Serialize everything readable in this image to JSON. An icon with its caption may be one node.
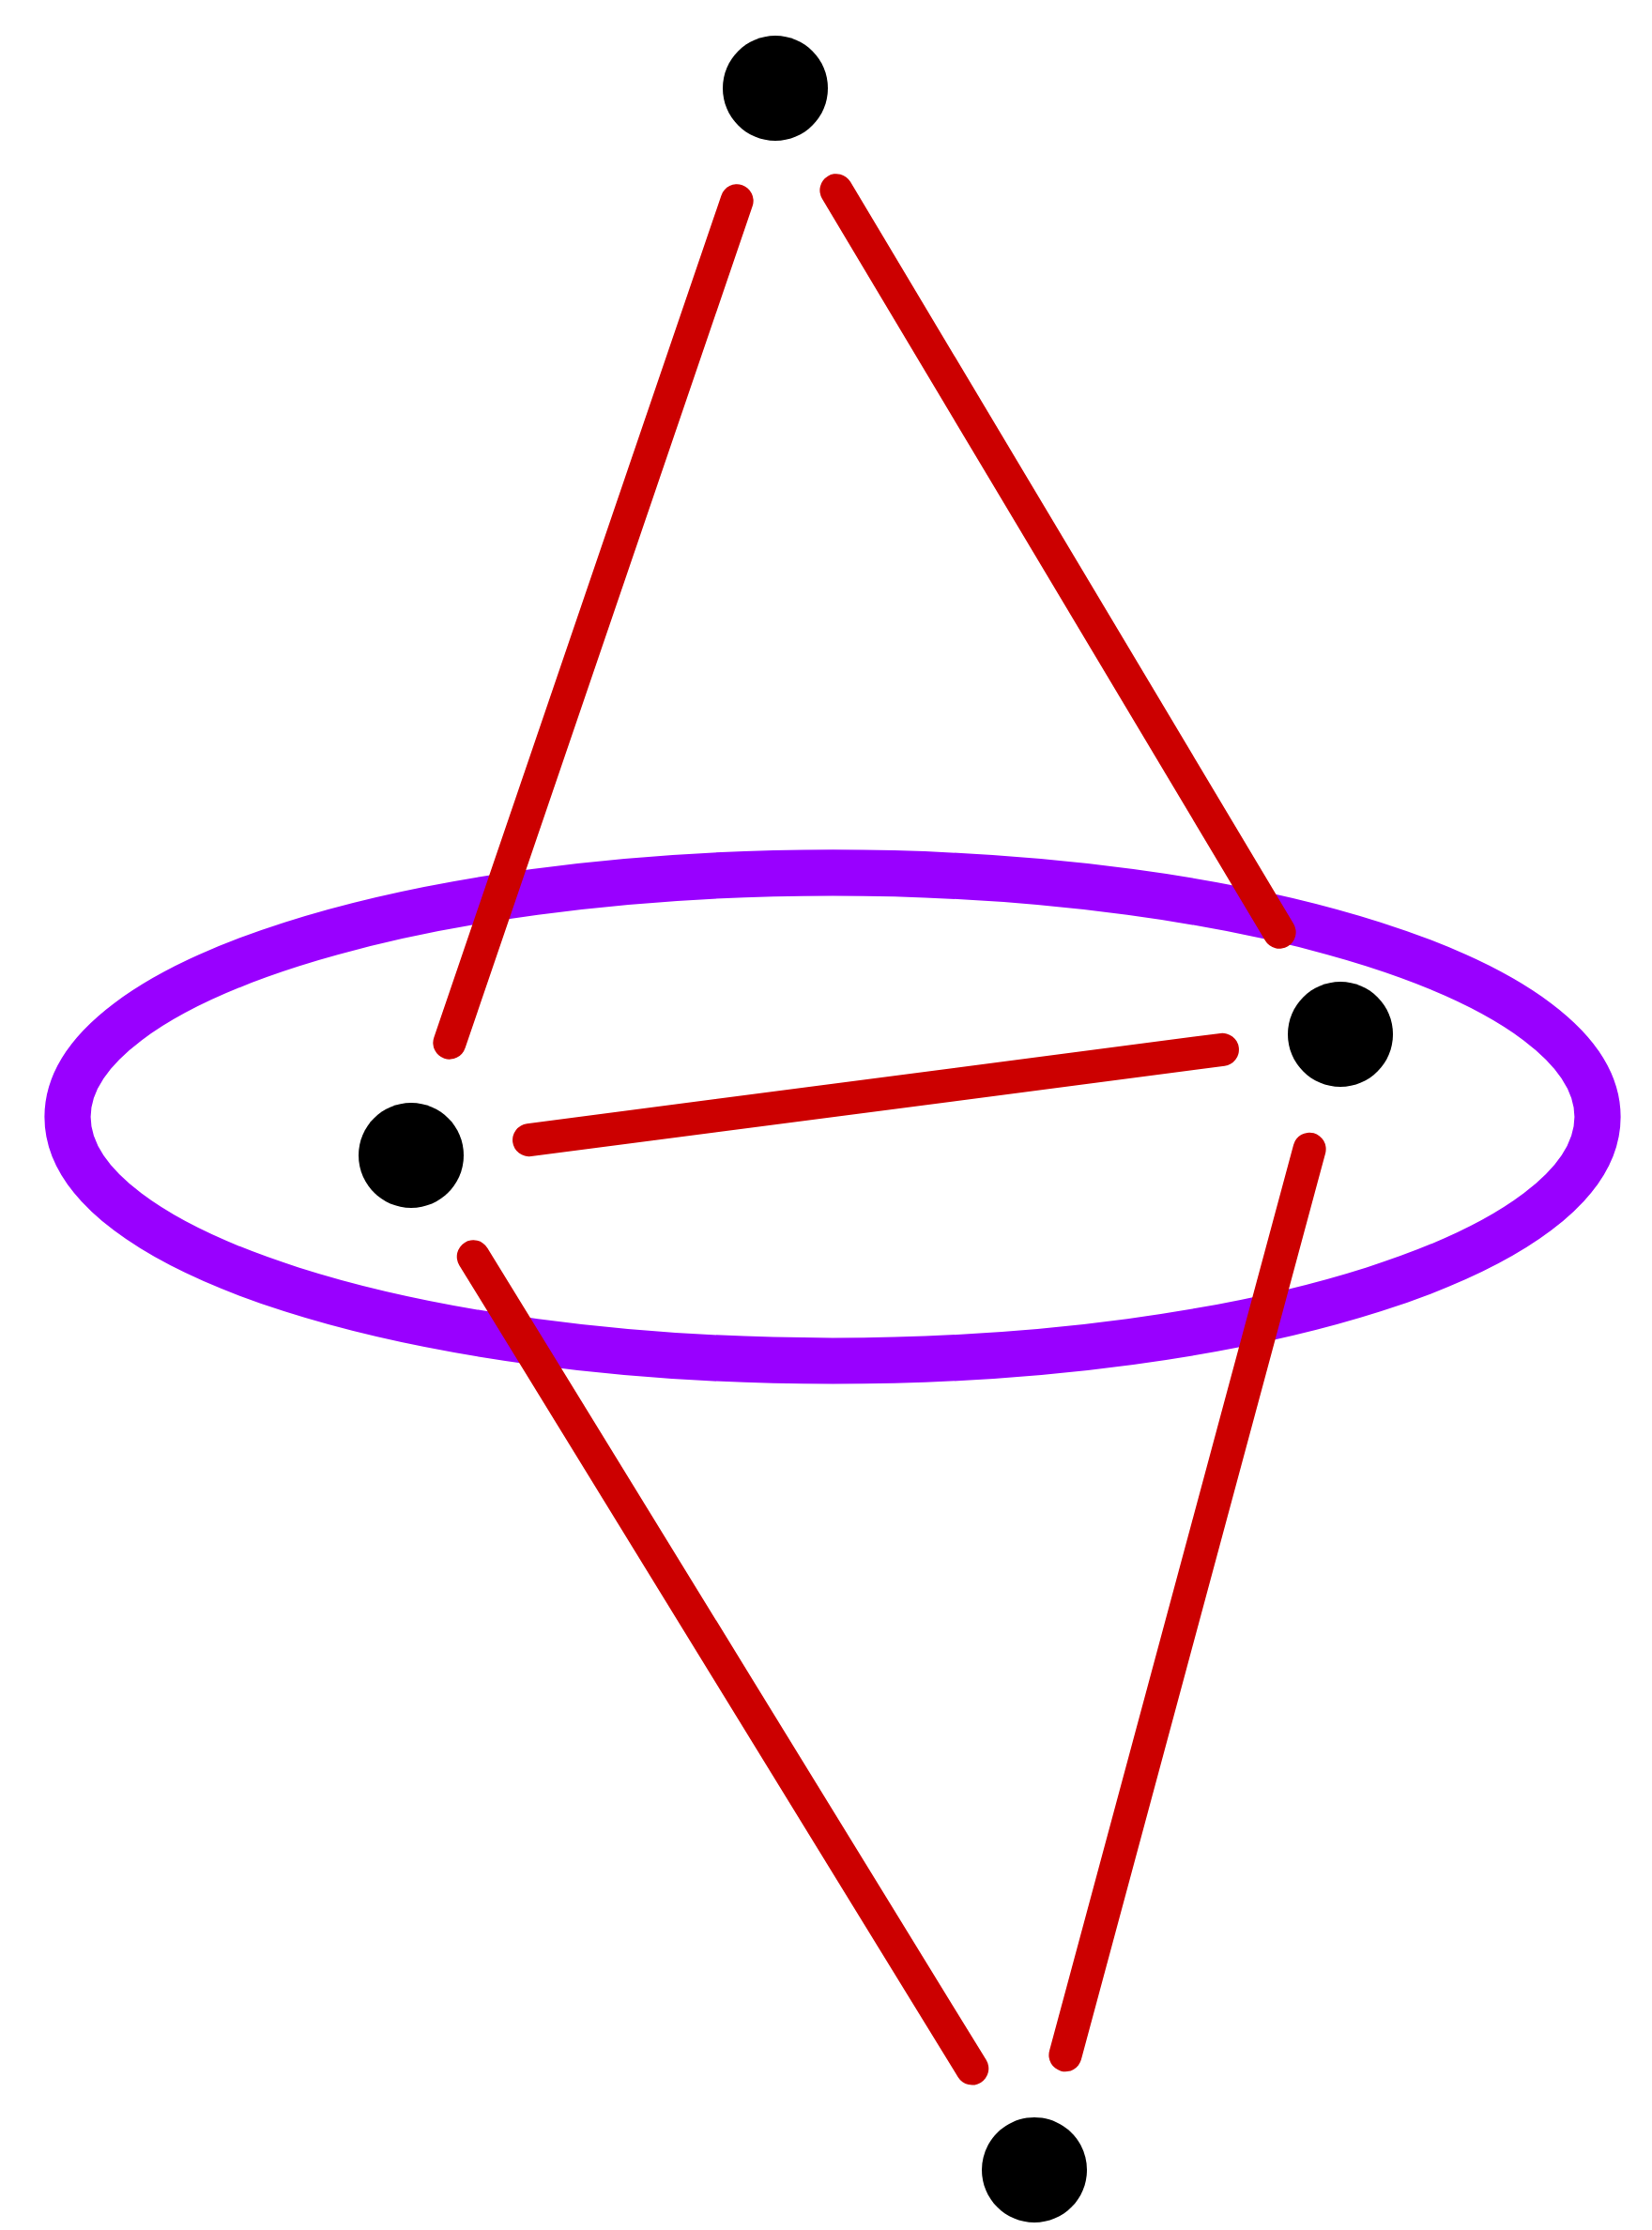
{
  "diagram": {
    "nodes": [
      {
        "text": [],
        "shape": "circle"
      },
      {
        "text": [],
        "shape": "ellipse"
      },
      {
        "text": [],
        "shape": "circle",
        "in": 1
      },
      {
        "text": [],
        "shape": "circle",
        "in": 1
      },
      {
        "text": [],
        "shape": "circle"
      }
    ],
    "edges": [
      {
        "from": 0,
        "to": 2,
        "arrow": "none"
      },
      {
        "from": 0,
        "to": 3,
        "arrow": "none"
      },
      {
        "from": 2,
        "to": 3,
        "arrow": "none"
      },
      {
        "from": 2,
        "to": 4,
        "arrow": "none"
      },
      {
        "from": 3,
        "to": 4,
        "arrow": "none"
      }
    ]
  }
}
